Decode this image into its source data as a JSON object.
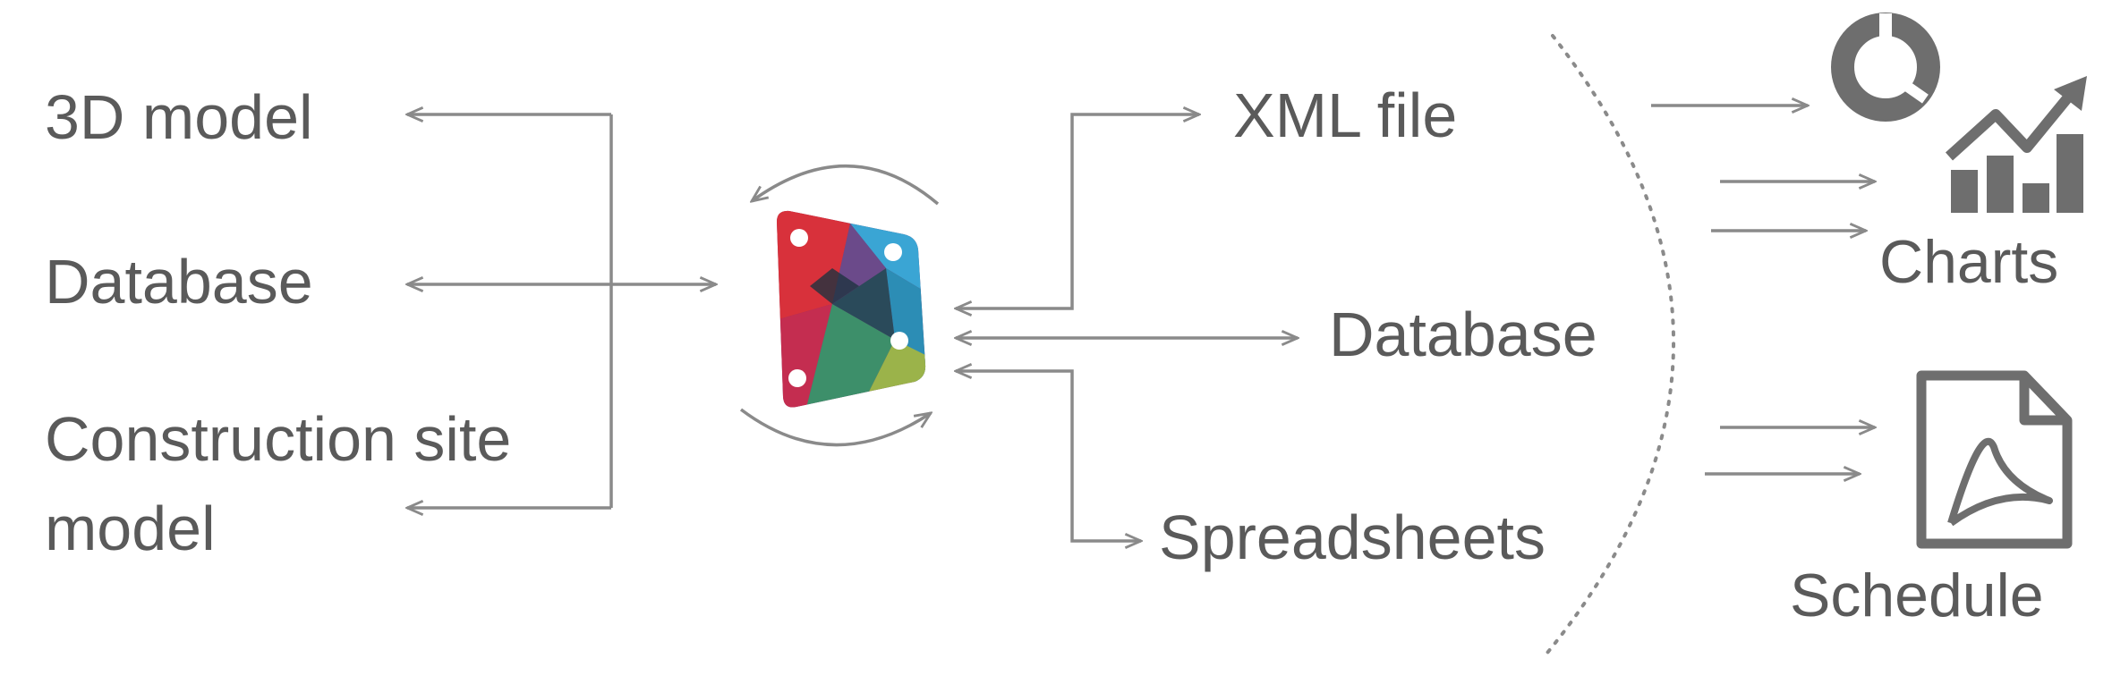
{
  "diagram": {
    "inputs": {
      "model_3d": "3D model",
      "database": "Database",
      "construction_line1": "Construction site",
      "construction_line2": "model"
    },
    "outputs": {
      "xml_file": "XML file",
      "database": "Database",
      "spreadsheets": "Spreadsheets"
    },
    "results": {
      "charts": "Charts",
      "schedule": "Schedule"
    },
    "icons": {
      "center": "dynamo-logo-icon",
      "charts": "chart-icon",
      "schedule": "pdf-document-icon"
    },
    "colors": {
      "line": "#8a8a8a",
      "text": "#5a5a5a",
      "icon": "#6e6e6e"
    }
  }
}
